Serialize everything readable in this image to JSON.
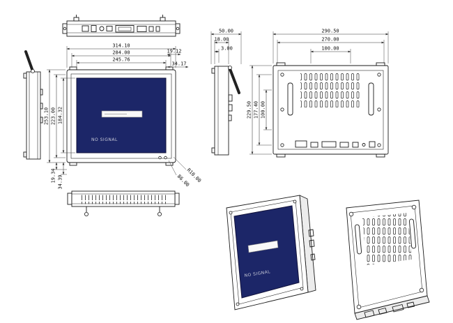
{
  "screen": {
    "no_signal": "NO SIGNAL"
  },
  "front": {
    "dim_width_outer": "314.10",
    "dim_width_mid": "284.00",
    "dim_width_screen": "245.76",
    "dim_offset_right_1": "19.12",
    "dim_offset_right_2": "34.17",
    "dim_height_outer": "253.10",
    "dim_height_mid": "223.00",
    "dim_height_screen": "184.32",
    "dim_offset_bottom_1": "19.34",
    "dim_offset_bottom_2": "34.39",
    "dim_corner_radius": "R10.00",
    "dim_corner_offset": "86.00"
  },
  "side": {
    "dim_depth_total": "50.00",
    "dim_depth_body": "18.00",
    "dim_panel_thickness": "3.00"
  },
  "rear": {
    "dim_width_outer": "290.50",
    "dim_width_inner": "270.00",
    "dim_width_center": "100.00",
    "dim_height_outer": "229.50",
    "dim_height_inner": "177.40",
    "dim_height_center": "100.00"
  }
}
